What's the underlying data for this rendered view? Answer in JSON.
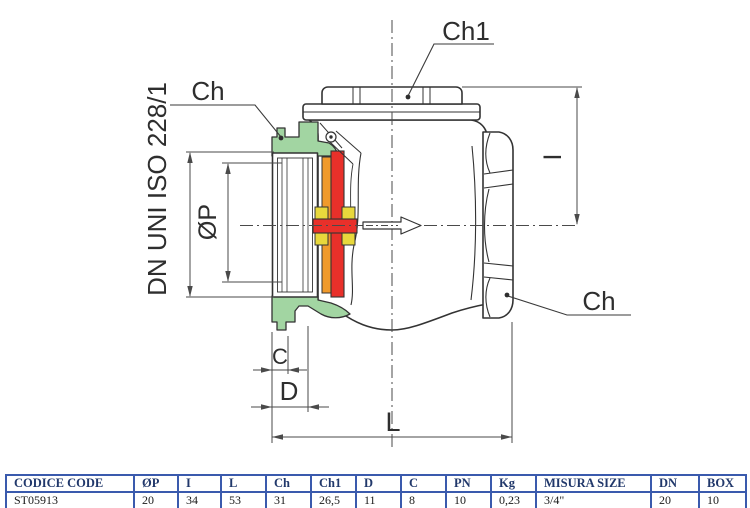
{
  "drawing": {
    "annotations": {
      "ch_top_left": "Ch",
      "ch1_top": "Ch1",
      "ch_right": "Ch",
      "thread_standard": "DN UNI ISO 228/1",
      "dim_diameter": "ØP",
      "dim_height": "I",
      "dim_c": "C",
      "dim_d": "D",
      "dim_length": "L"
    },
    "colors": {
      "union_nut_green": "#a2d5a2",
      "gasket_orange": "#f09a2c",
      "disc_red": "#e8302a",
      "nut_yellow": "#e8d83c",
      "line": "#333333"
    }
  },
  "table": {
    "colors": {
      "border": "#3a5aad",
      "header_text": "#21386b",
      "cell_text": "#1a1a1a"
    },
    "columns": [
      "CODICE CODE",
      "ØP",
      "I",
      "L",
      "Ch",
      "Ch1",
      "D",
      "C",
      "PN",
      "Kg",
      "MISURA SIZE",
      "DN",
      "BOX"
    ],
    "rows": [
      [
        "ST05913",
        "20",
        "34",
        "53",
        "31",
        "26,5",
        "11",
        "8",
        "10",
        "0,23",
        "3/4\"",
        "20",
        "10"
      ]
    ]
  }
}
